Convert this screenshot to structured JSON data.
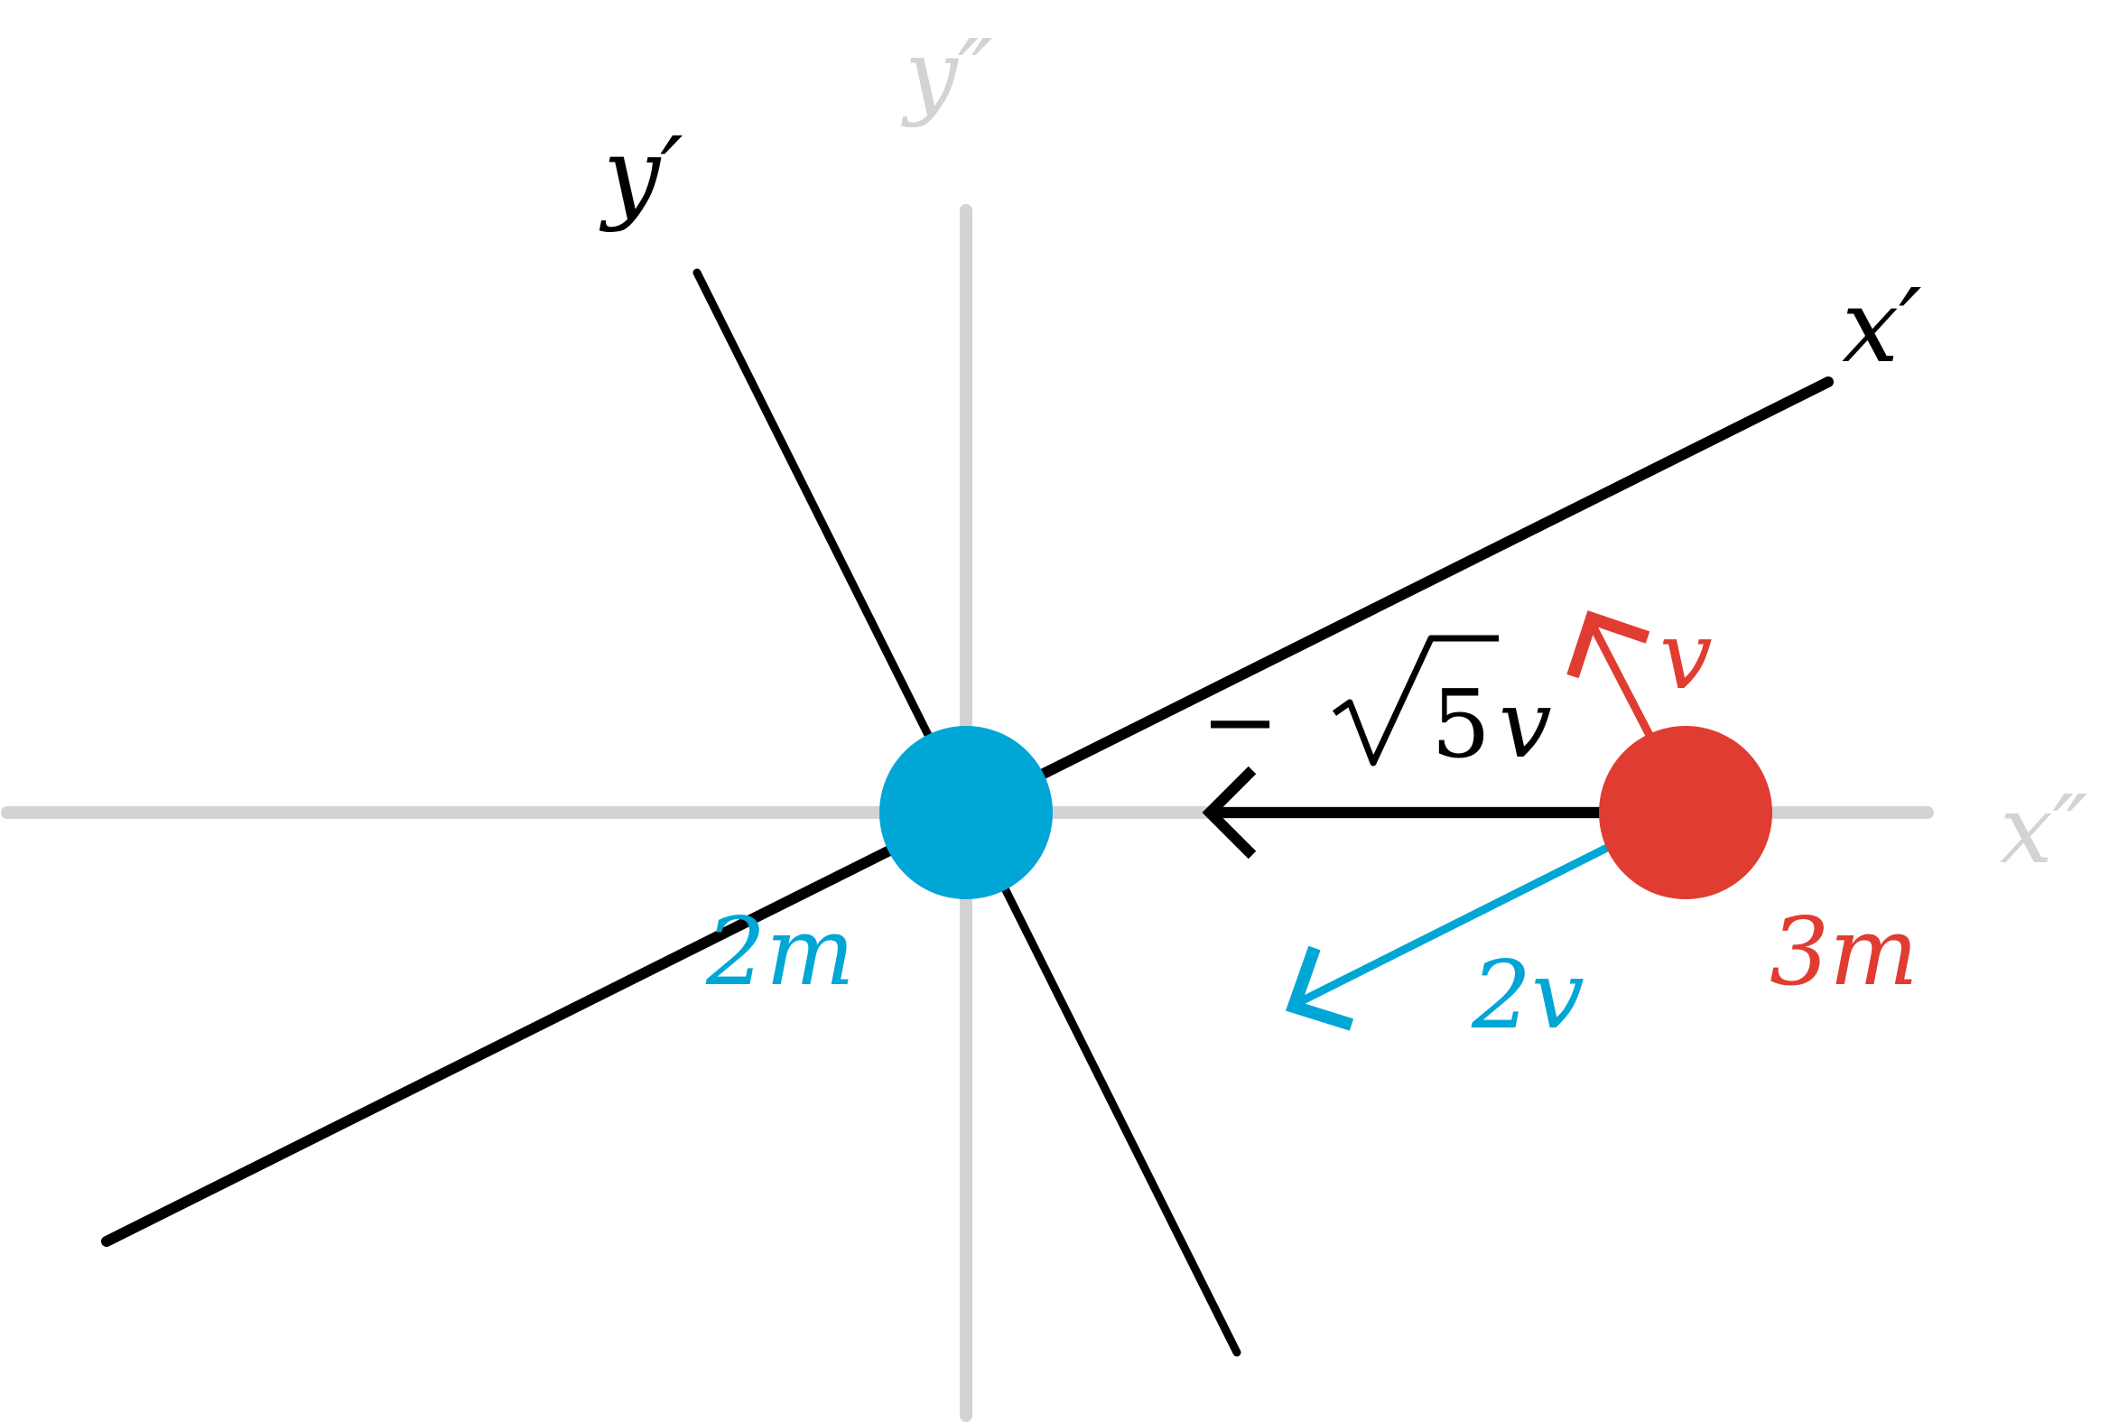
{
  "diagram": {
    "labels": {
      "y_prime": "y′",
      "x_prime": "x′",
      "y_double_prime": "y″",
      "x_double_prime": "x″",
      "mass_blue": "2m",
      "mass_red": "3m",
      "velocity_red_up": "v",
      "velocity_blue_down": "2v",
      "relative_velocity_sign": "−",
      "relative_velocity_radicand": "5",
      "relative_velocity_symbol": "v"
    },
    "colors": {
      "blue": "#00a6d6",
      "red": "#e03c31",
      "black": "#000000",
      "gray": "#d3d3d3"
    }
  }
}
